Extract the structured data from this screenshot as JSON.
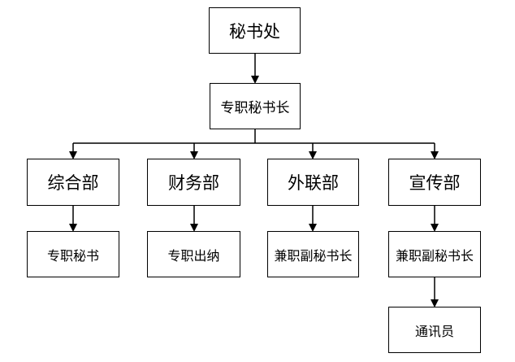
{
  "nodes": {
    "secretariat": "秘书处",
    "secretary_general": "专职秘书长",
    "dept_general": "综合部",
    "dept_finance": "财务部",
    "dept_liaison": "外联部",
    "dept_publicity": "宣传部",
    "general_secretary": "专职秘书",
    "finance_cashier": "专职出纳",
    "liaison_deputy": "兼职副秘书长",
    "publicity_deputy": "兼职副秘书长",
    "correspondent": "通讯员"
  },
  "colors": {
    "line": "#000000",
    "border": "#000000",
    "background": "#ffffff"
  }
}
